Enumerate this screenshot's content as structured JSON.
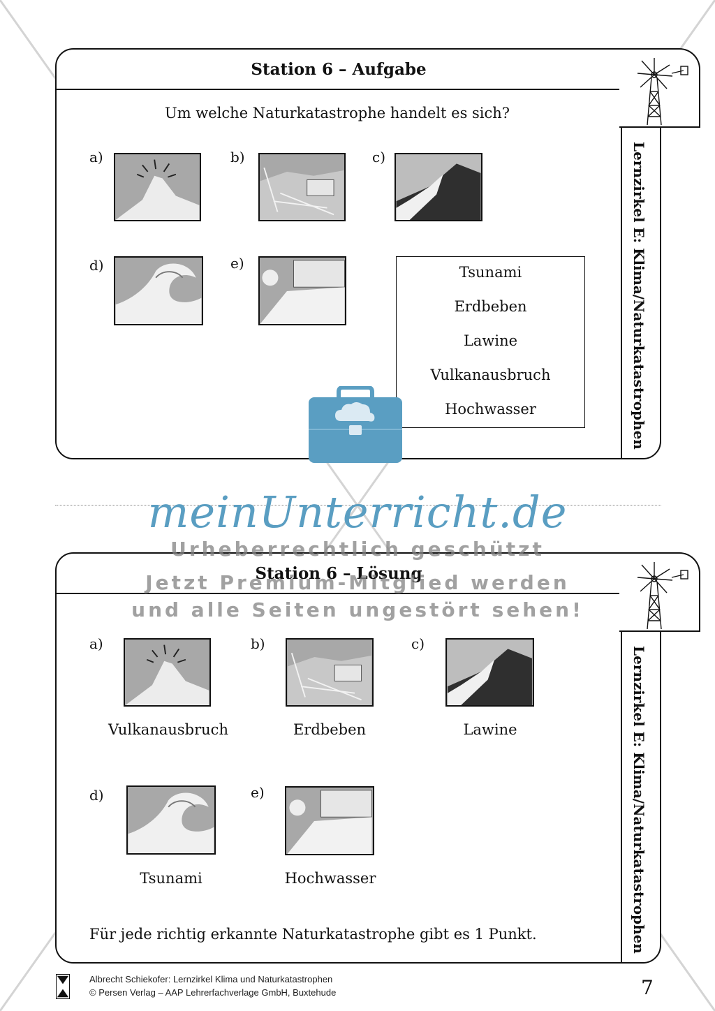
{
  "task_card": {
    "title": "Station 6 – Aufgabe",
    "question": "Um welche Naturkatastrophe handelt es sich?",
    "side_label": "Lernzirkel E: Klima/Naturkatastrophen",
    "items": [
      {
        "label": "a)",
        "icon": "volcano-image"
      },
      {
        "label": "b)",
        "icon": "earthquake-image"
      },
      {
        "label": "c)",
        "icon": "avalanche-image"
      },
      {
        "label": "d)",
        "icon": "wave-image"
      },
      {
        "label": "e)",
        "icon": "flood-image"
      }
    ],
    "word_box": [
      "Tsunami",
      "Erdbeben",
      "Lawine",
      "Vulkanausbruch",
      "Hochwasser"
    ]
  },
  "solution_card": {
    "title": "Station 6 – Lösung",
    "side_label": "Lernzirkel E: Klima/Naturkatastrophen",
    "items": [
      {
        "label": "a)",
        "answer": "Vulkanausbruch"
      },
      {
        "label": "b)",
        "answer": "Erdbeben"
      },
      {
        "label": "c)",
        "answer": "Lawine"
      },
      {
        "label": "d)",
        "answer": "Tsunami"
      },
      {
        "label": "e)",
        "answer": "Hochwasser"
      }
    ],
    "scoring": "Für jede richtig erkannte Naturkatastrophe gibt es 1 Punkt."
  },
  "watermark": {
    "brand": "meinUnterricht.de",
    "line1": "Urheberrechtlich geschützt",
    "line2": "Jetzt Premium-Mitglied werden",
    "line3": "und alle Seiten ungestört sehen!",
    "color": "#5a9ec2"
  },
  "footer": {
    "publisher_logo": "Persen",
    "line1": "Albrecht Schiekofer: Lernzirkel Klima und Naturkatastrophen",
    "line2": "© Persen Verlag – AAP Lehrerfachverlage GmbH, Buxtehude",
    "page_number": "7"
  }
}
